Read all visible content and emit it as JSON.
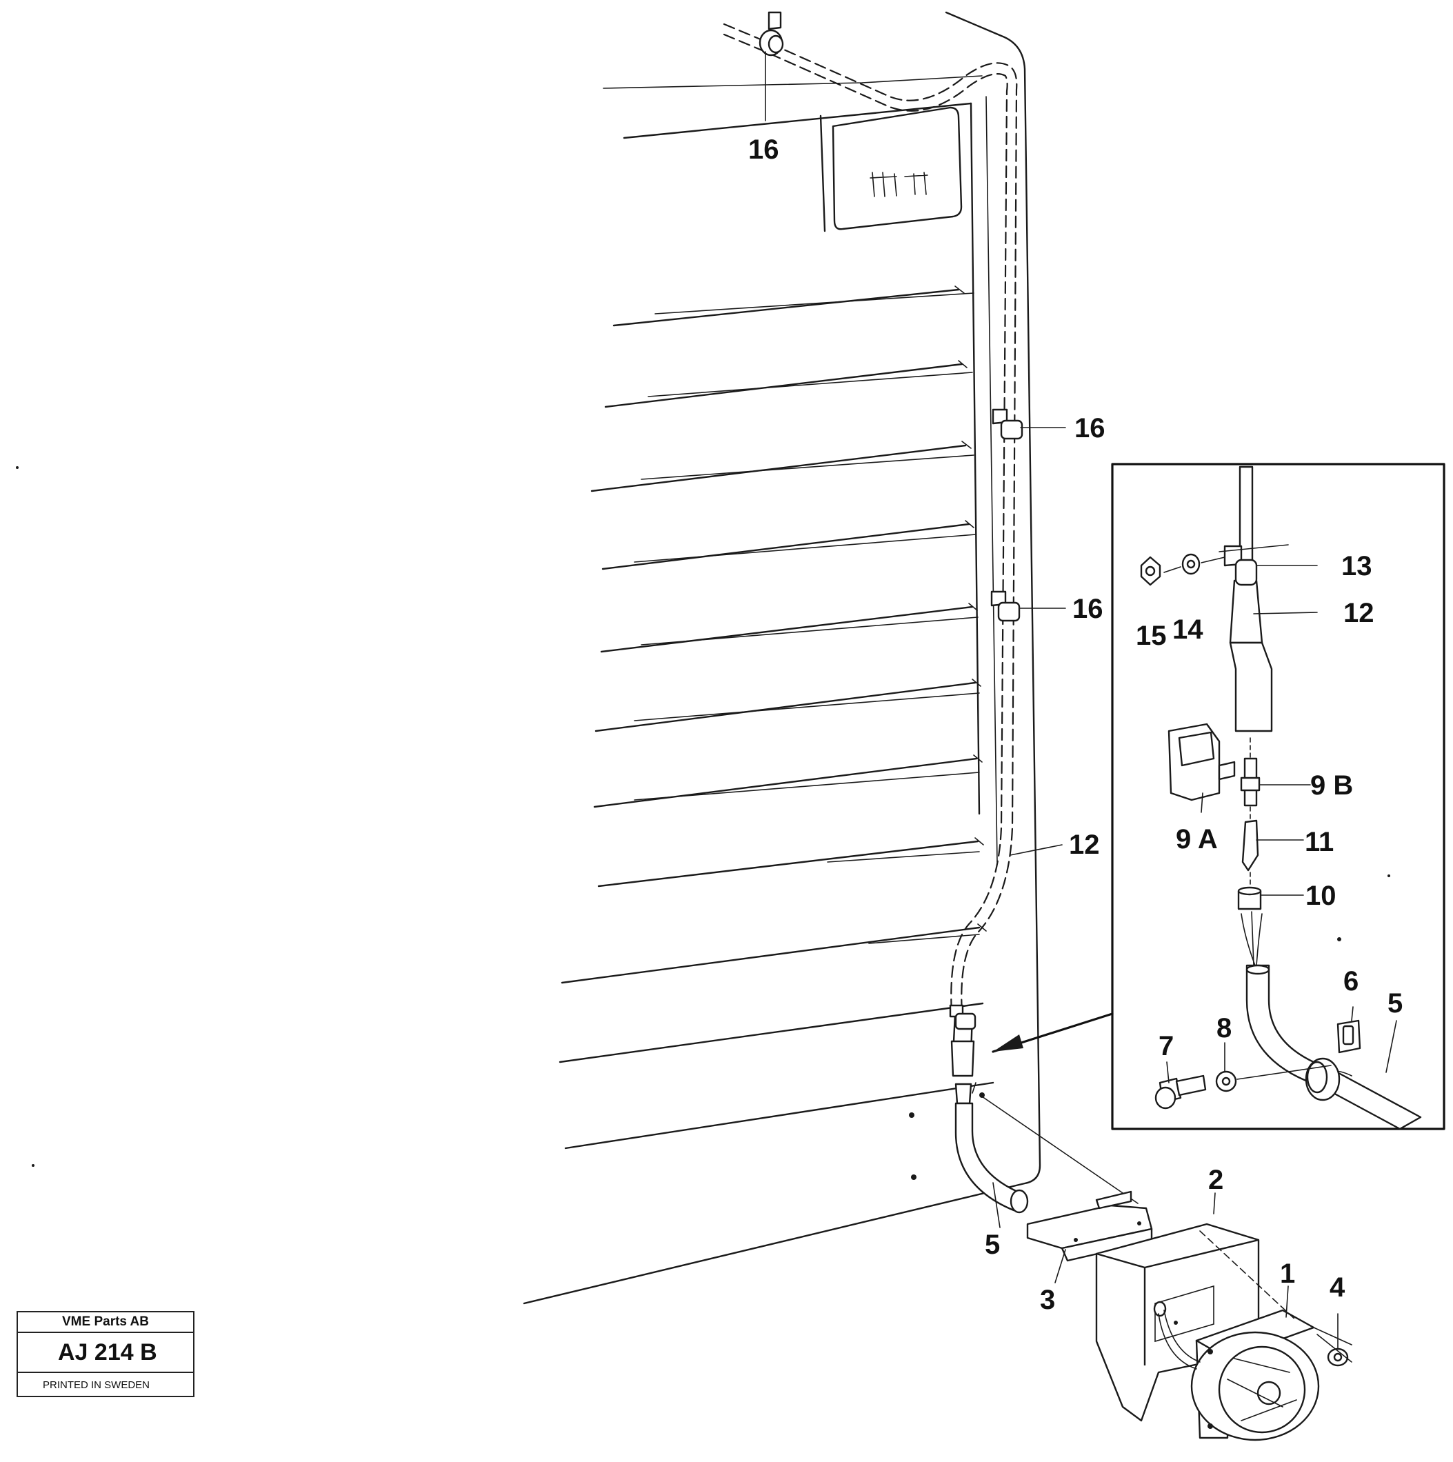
{
  "callouts": {
    "c16_top": "16",
    "c16_mid1": "16",
    "c16_mid2": "16",
    "c12_main": "12",
    "c5_main": "5",
    "c3": "3",
    "c2": "2",
    "c1": "1",
    "c4": "4",
    "c13": "13",
    "c12_detail": "12",
    "c15": "15",
    "c14": "14",
    "c9B": "9 B",
    "c9A": "9 A",
    "c11": "11",
    "c10": "10",
    "c6": "6",
    "c5_detail": "5",
    "c7": "7",
    "c8": "8"
  },
  "stamp": {
    "company": "VME Parts AB",
    "code": "AJ 214  B",
    "printed": "PRINTED IN SWEDEN"
  }
}
